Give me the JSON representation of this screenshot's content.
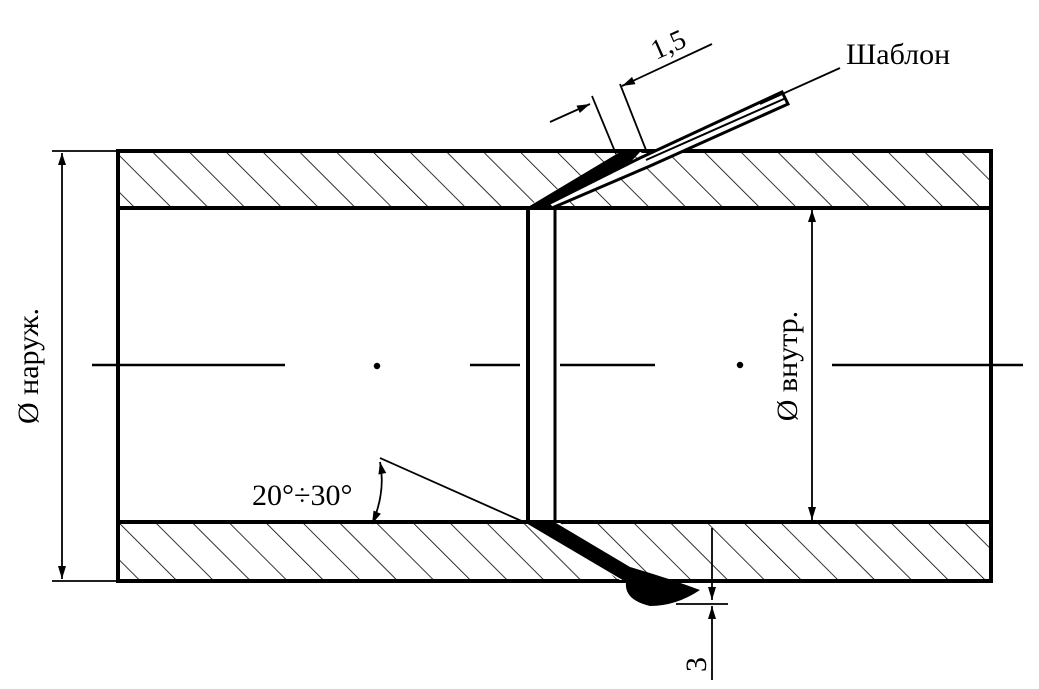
{
  "labels": {
    "template": "Шаблон",
    "outer_diameter": "Ø наруж.",
    "inner_diameter": "Ø внутр.",
    "angle_range": "20°÷30°",
    "template_width": "1,5",
    "weld_height": "3"
  },
  "colors": {
    "line": "#000000",
    "background": "#ffffff"
  }
}
